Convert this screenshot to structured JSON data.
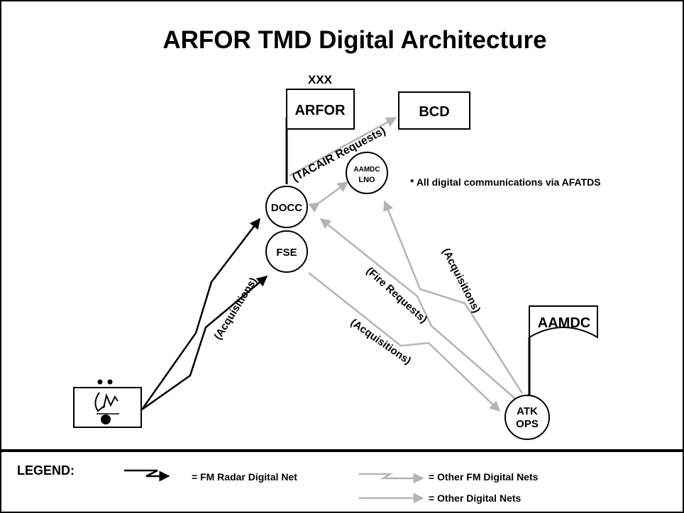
{
  "title": "ARFOR TMD Digital Architecture",
  "colors": {
    "black": "#000000",
    "gray": "#b4b4b4"
  },
  "units": {
    "arfor": {
      "echelon": "XXX",
      "label": "ARFOR"
    },
    "bcd": {
      "label": "BCD"
    },
    "aamdc": {
      "label": "AAMDC"
    },
    "radar": {
      "icon": "radar-unit-icon"
    }
  },
  "nodes": {
    "docc": "DOCC",
    "fse": "FSE",
    "aamdc_lno_line1": "AAMDC",
    "aamdc_lno_line2": "LNO",
    "atk_ops_line1": "ATK",
    "atk_ops_line2": "OPS"
  },
  "note": "* All digital communications via AFATDS",
  "links": {
    "tacair": "(TACAIR Requests)",
    "acq_radar": "(Acquisitions)",
    "fire_requests": "(Fire Requests)",
    "acq_fse": "(Acquisitions)",
    "acq_lno": "(Acquisitions)"
  },
  "legend": {
    "title": "LEGEND:",
    "fm_radar": "= FM Radar Digital Net",
    "other_fm": "= Other FM Digital Nets",
    "other_digital": "= Other Digital Nets"
  }
}
